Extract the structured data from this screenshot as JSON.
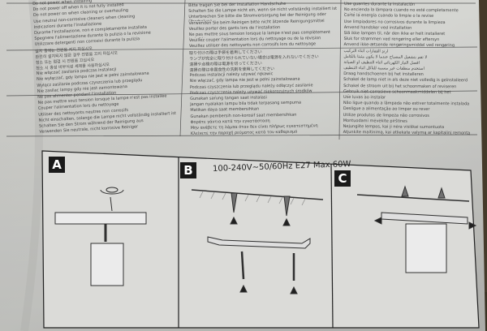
{
  "spec_label": "100-240V~50/60Hz E27 Max 60W",
  "panels": [
    {
      "letter": "A"
    },
    {
      "letter": "B"
    },
    {
      "letter": "C"
    }
  ],
  "col1_lines": [
    "Do not power when installing",
    "Do not power off when it is not fully installed",
    "Do not power on when cleaning or overhauling",
    "Use neutral non-corrosive cleaners when cleaning",
    "Indicazioni durante l'installazione",
    "Durante l'installazione, non e completamente installata",
    "Spegnere l'alimentazione durante la pulizia o la revisione",
    "Utilizzare detergenti non corrosivi durante la pulizia",
    "설치 중에는 전원을 켜지 마십시오",
    "완전히 설치되지 않은 경우 전원을 끄지 마십시오",
    "청소 또는 점검 시 전원을 끄십시오",
    "청소 시 중성 비부식성 세제를 사용하십시오",
    "Nie włączać zasilania podczas instalacji",
    "Nie wyłączać, gdy lampa nie jest w pełni zainstalowana",
    "Wyłącz zasilanie podczas czyszczenia lub przeglądu",
    "Nie zasilac lampy gdy nie jest zamontowana",
    "Ne pas alimenter pendant l'installation",
    "Ne pas mettre sous tension lorsque la lampe n'est pas installée",
    "Couper l'alimentation lors du nettoyage",
    "Utiliser des nettoyants neutres non corrosifs",
    "Nicht einschalten, solange die Lampe nicht vollständig installiert ist",
    "Schalten Sie den Strom während der Reinigung aus",
    "Verwenden Sie neutrale, nicht korrosive Reiniger"
  ],
  "col2_lines": [
    "Bitte tragen Sie bei der Installation Handschuhe",
    "Schalten Sie die Lampe nicht ein, wenn sie nicht vollständig installiert ist",
    "Unterbrechen Sie bitte die Stromversorgung bei der Reinigung oder Überholung",
    "Verwenden Sie beim Reinigen bitte nicht ätzende Reinigungsmittel",
    "Veuillez porter des gants lors de l'installation",
    "Ne pas mettre sous tension lorsque la lampe n'est pas complètement installée",
    "Veuillez couper l'alimentation lors du nettoyage ou de la révision",
    "Veuillez utiliser des nettoyants non corrosifs lors du nettoyage",
    "取り付けの際は手袋を着用してください",
    "ランプが完全に取り付けられていない場合は電源を入れないでください",
    "清掃や点検の際は電源を切ってください",
    "清掃の際は非腐食性の洗剤を使用してください",
    "Podczas instalacji należy używać rękawic",
    "Nie włączać, gdy lampa nie jest w pełni zainstalowana",
    "Podczas czyszczenia lub przeglądu należy odłączyć zasilanie",
    "Podczas czyszczenia należy używać niekorozyjnych środków czyszczących",
    "Gunakan sarung tangan saat instalasi",
    "Jangan nyalakan lampu bila tidak terpasang sempurna",
    "Matikan daya saat membersihkan",
    "Gunakan pembersih non-korosif saat membersihkan",
    "Φοράτε γάντια κατά την εγκατάσταση",
    "Μην ανάβετε τη λάμπα όταν δεν είναι πλήρως εγκατεστημένη",
    "Κλείνετε την παροχή ρεύματος κατά τον καθαρισμό"
  ],
  "col3_lines": [
    "Use guantes durante la instalación",
    "No encienda la lámpara cuando no esté completamente instalada",
    "Corte la energía cuando la limpie o la revise",
    "Use limpiadores no corrosivos durante la limpieza",
    "Anvend handsker ved installation",
    "Slå ikke lampen til, når den ikke er helt installeret",
    "Sluk for strømmen ved rengøring eller eftersyn",
    "Anvend ikke-ætsende rengøringsmiddel ved rengøring",
    "ارتدِ القفازات أثناء التركيب",
    "لا تقم بتشغيل المصباح عندما لا يكون مثبتاً بالكامل",
    "افصل التيار الكهربائي أثناء التنظيف أو الصيانة",
    "استخدم منظفات غير مسببة للتآكل أثناء التنظيف",
    "Draag handschoenen bij het installeren",
    "Schakel de lamp niet in als deze niet volledig is geïnstalleerd",
    "Schakel de stroom uit bij het schoonmaken of reviseren",
    "Gebruik niet-corrosieve schoonmaakmiddelen bij het schoonmaken",
    "Use luvas ao instalar",
    "Não ligue quando a lâmpada não estiver totalmente instalada",
    "Desligue a alimentação ao limpar ou rever",
    "Utilize produtos de limpeza não corrosivos",
    "Montuodami mėvėkite pirštines",
    "Nejungiite lempos, kai ji nėra visiškai sumontuota",
    "Atjunkite maitinimą, kai atliekate valymą ar kapitalinį remontą"
  ]
}
